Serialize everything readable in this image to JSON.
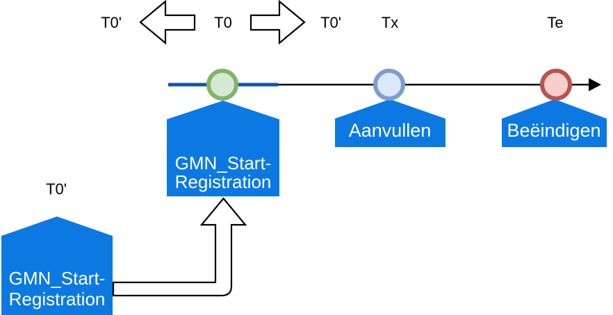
{
  "colors": {
    "pentagon_blue": "#0c79e3",
    "timeline_blue": "#0f56a4",
    "line_black": "#000000",
    "arrow_fill_white": "#ffffff",
    "green_circle_fill": "#d5e8d4",
    "green_circle_stroke": "#82b366",
    "blue_circle_fill": "#dbe8fb",
    "blue_circle_stroke": "#7e9dcc",
    "red_circle_fill": "#f8cecc",
    "red_circle_stroke": "#b85450",
    "node_text_white": "#ffffff"
  },
  "timeline": {
    "labels": {
      "t0_prime_left": "T0'",
      "t0": "T0",
      "t0_prime_right": "T0'",
      "tx": "Tx",
      "te": "Te"
    }
  },
  "events": {
    "start_registration": {
      "line1": "GMN_Start-",
      "line2": "Registration"
    },
    "aanvullen": {
      "label": "Aanvullen"
    },
    "beeindigen": {
      "label": "Beëindigen"
    }
  },
  "early_registration": {
    "time_label": "T0'",
    "line1": "GMN_Start-",
    "line2": "Registration"
  },
  "icons": {
    "left_block_arrow": "shift-left-block-arrow",
    "right_block_arrow": "shift-right-block-arrow",
    "timeline_arrowhead": "right-arrowhead",
    "elbow_arrow": "up-elbow-outline-arrow"
  }
}
